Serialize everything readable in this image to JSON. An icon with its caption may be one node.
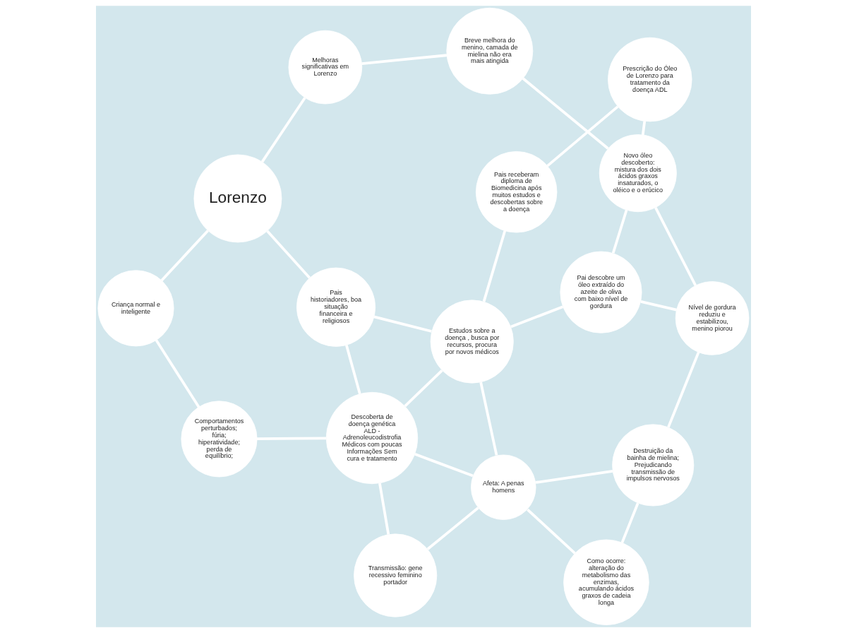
{
  "diagram": {
    "nodes": [
      {
        "text": [
          "Lorenzo"
        ]
      },
      {
        "text": [
          "Criança normal e inteligente"
        ]
      },
      {
        "text": [
          "Comportamentos perturbados; fúria; hiperatividade; perda de equilíbrio;"
        ]
      },
      {
        "text": [
          "Breve melhora do menino, camada de mielina não era mais atingida"
        ]
      },
      {
        "text": [
          "Melhoras significativas em Lorenzo"
        ]
      },
      {
        "text": [
          "Pais historiadores, boa situação financeira e religiosos"
        ]
      },
      {
        "text": [
          "Descoberta de doença genética ALD - Adrenoleucodistrofia Médicos com poucas Informações Sem cura e tratamento"
        ]
      },
      {
        "text": [
          "Novo óleo descoberto: mistura dos dois ácidos graxos insaturados, o oléico e o erúcico"
        ]
      },
      {
        "text": [
          "Pai descobre um óleo extraído do azeite de oliva com baixo nível de gordura"
        ]
      },
      {
        "text": [
          "Estudos sobre a doença , busca por recursos, procura por novos médicos"
        ]
      },
      {
        "text": [
          "Afeta: A penas homens"
        ]
      },
      {
        "text": [
          "Transmissão: gene recessivo feminino portador"
        ]
      },
      {
        "text": [
          "Nível de gordura reduziu e estabilizou, menino piorou"
        ]
      },
      {
        "text": [
          "Prescrição do Óleo de Lorenzo para tratamento da doença ADL"
        ]
      },
      {
        "text": [
          "Pais receberam diploma de Biomedicina após muitos estudos e descobertas sobre a doença"
        ]
      },
      {
        "text": [
          "Destruição da bainha de mielina; Prejudicando transmissão de impulsos nervosos"
        ]
      },
      {
        "text": [
          "Como ocorre: alteração do metabolismo das enzimas, acumulando ácidos graxos de cadeia longa"
        ]
      }
    ],
    "edges": [
      {
        "from": 0,
        "to": 1,
        "arrow": "none"
      },
      {
        "from": 1,
        "to": 2,
        "arrow": "none"
      },
      {
        "from": 0,
        "to": 4,
        "arrow": "none"
      },
      {
        "from": 0,
        "to": 5,
        "arrow": "none"
      },
      {
        "from": 4,
        "to": 3,
        "arrow": "none"
      },
      {
        "from": 3,
        "to": 7,
        "arrow": "none"
      },
      {
        "from": 2,
        "to": 6,
        "arrow": "none"
      },
      {
        "from": 5,
        "to": 6,
        "arrow": "none"
      },
      {
        "from": 5,
        "to": 9,
        "arrow": "none"
      },
      {
        "from": 6,
        "to": 9,
        "arrow": "none"
      },
      {
        "from": 7,
        "to": 8,
        "arrow": "none"
      },
      {
        "from": 8,
        "to": 9,
        "arrow": "none"
      },
      {
        "from": 7,
        "to": 12,
        "arrow": "none"
      },
      {
        "from": 8,
        "to": 12,
        "arrow": "none"
      },
      {
        "from": 7,
        "to": 13,
        "arrow": "none"
      },
      {
        "from": 13,
        "to": 14,
        "arrow": "none"
      },
      {
        "from": 14,
        "to": 9,
        "arrow": "none"
      },
      {
        "from": 12,
        "to": 15,
        "arrow": "none"
      },
      {
        "from": 9,
        "to": 10,
        "arrow": "none"
      },
      {
        "from": 6,
        "to": 10,
        "arrow": "none"
      },
      {
        "from": 6,
        "to": 11,
        "arrow": "none"
      },
      {
        "from": 10,
        "to": 15,
        "arrow": "none"
      },
      {
        "from": 10,
        "to": 11,
        "arrow": "none"
      },
      {
        "from": 10,
        "to": 16,
        "arrow": "none"
      },
      {
        "from": 15,
        "to": 16,
        "arrow": "none"
      }
    ]
  }
}
